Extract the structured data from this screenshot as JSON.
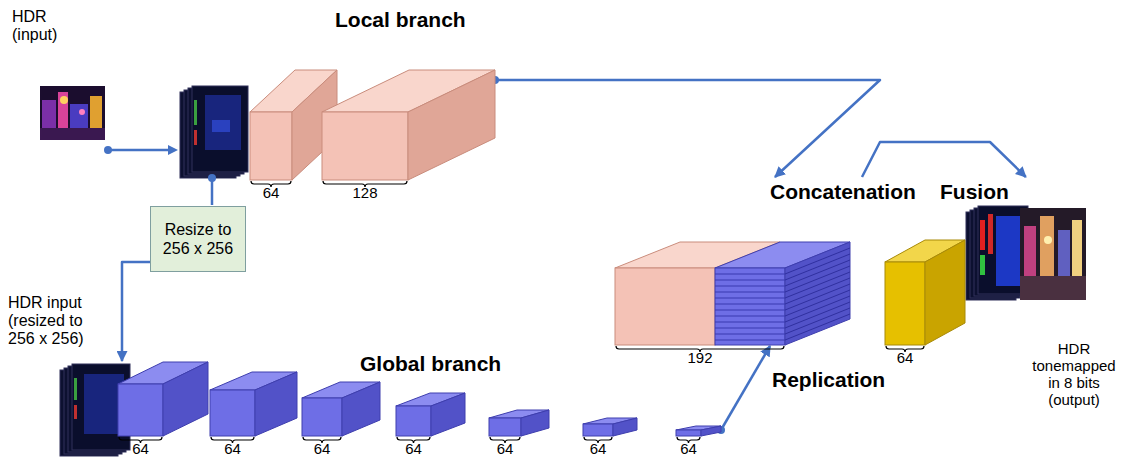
{
  "diagram": {
    "nodes": [
      {
        "text": [
          "HDR (input)"
        ]
      },
      {
        "text": [
          "Resize to 256 x 256"
        ]
      },
      {
        "text": [
          "HDR input (resized to 256 x 256)"
        ]
      },
      {
        "text": [
          "64"
        ]
      },
      {
        "text": [
          "128"
        ]
      },
      {
        "text": [
          "64"
        ]
      },
      {
        "text": [
          "64"
        ]
      },
      {
        "text": [
          "64"
        ]
      },
      {
        "text": [
          "64"
        ]
      },
      {
        "text": [
          "64"
        ]
      },
      {
        "text": [
          "64"
        ]
      },
      {
        "text": [
          "64"
        ]
      },
      {
        "text": [
          "Concatenation",
          "192"
        ]
      },
      {
        "text": [
          "Fusion",
          "64"
        ]
      },
      {
        "text": [
          "HDR tonemapped in 8 bits (output)"
        ]
      }
    ],
    "edges": [
      {
        "from": 1,
        "to": 2,
        "arrow": "to"
      },
      {
        "from": 4,
        "to": 12,
        "arrow": "to"
      },
      {
        "from": 11,
        "to": 12,
        "label": "Replication",
        "arrow": "to"
      },
      {
        "from": 12,
        "to": 13,
        "arrow": "to"
      }
    ],
    "labels": [
      "Local branch",
      "Global branch"
    ]
  }
}
